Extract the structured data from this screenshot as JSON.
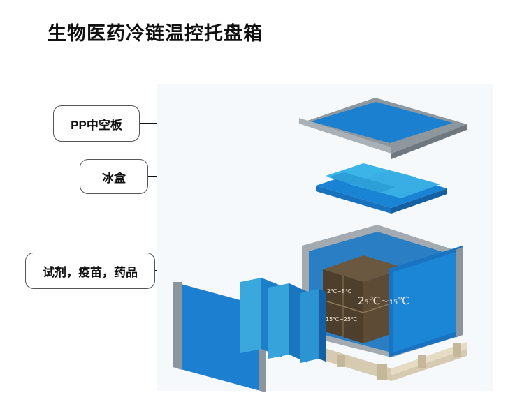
{
  "title": "生物医药冷链温控托盘箱",
  "labels": {
    "pp_board": "PP中空板",
    "ice_box": "冰盒",
    "contents": "试剂，疫苗，药品"
  },
  "temperature_zones": {
    "zone_top": "2℃~8℃",
    "zone_bottom": "15℃~25℃",
    "zone_main": "2₅℃~₁₅℃"
  },
  "colors": {
    "panel_blue": "#1c7ccc",
    "ice_blue": "#3ab0e6",
    "frame_gray": "#9aa3aa",
    "pallet_beige": "#d9ceb2",
    "cargo_brown": "#5a4a35"
  }
}
